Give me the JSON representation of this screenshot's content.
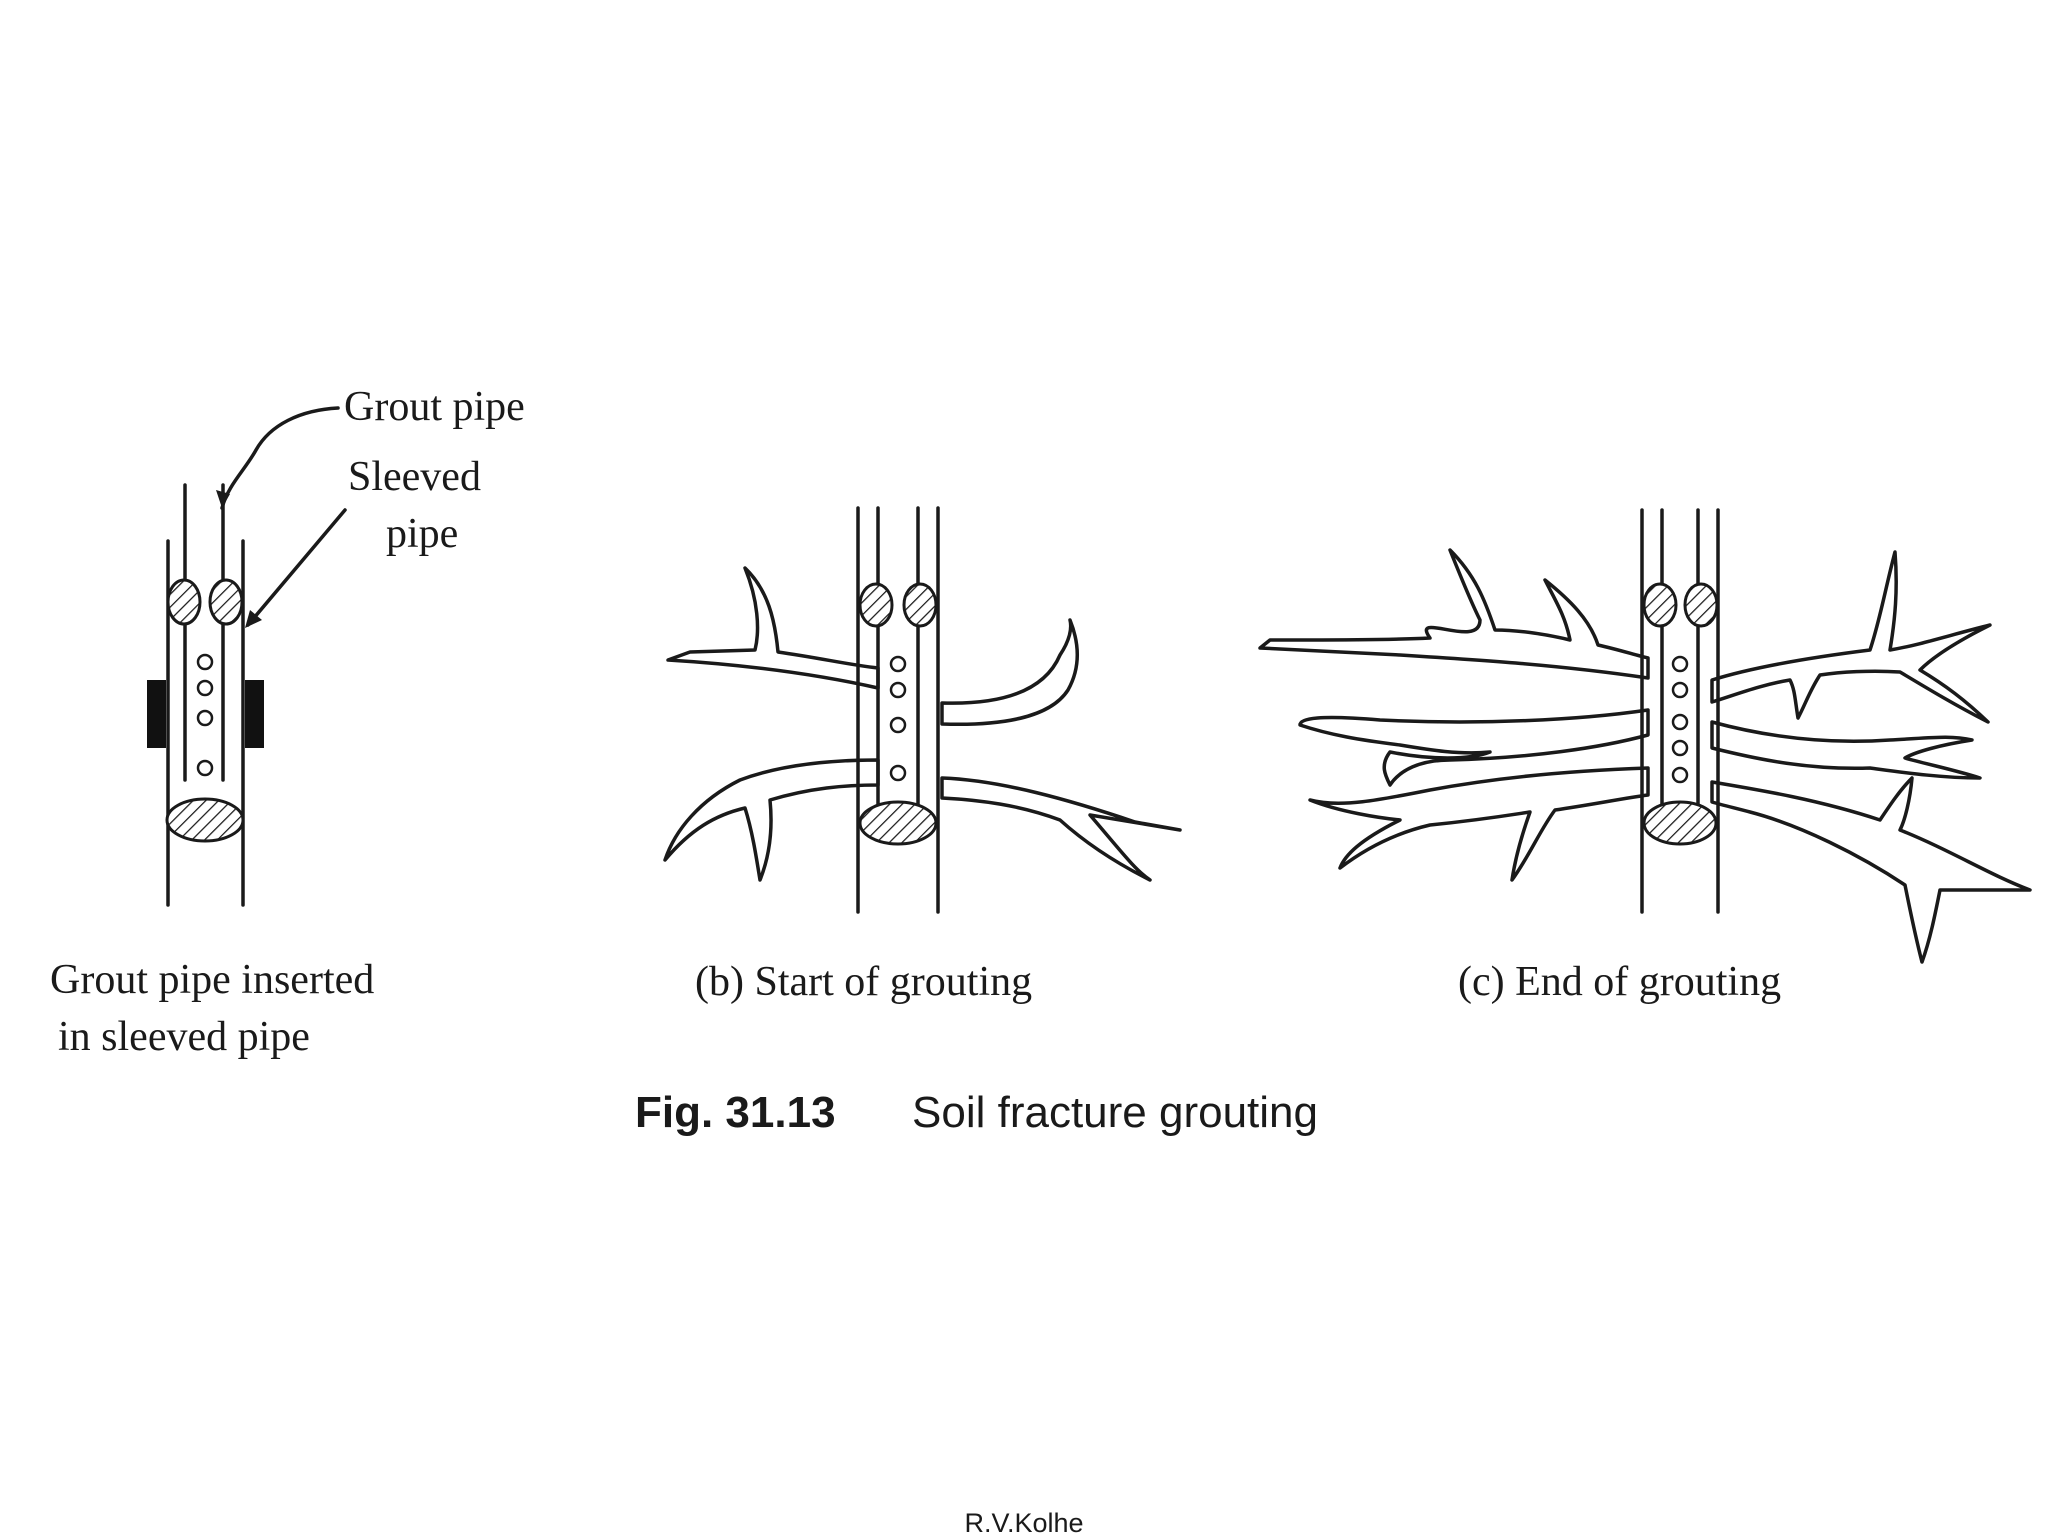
{
  "figure": {
    "caption_number": "Fig. 31.13",
    "caption_title": "Soil fracture grouting",
    "panel_a": {
      "label_grout_pipe": "Grout pipe",
      "label_sleeved_line1": "Sleeved",
      "label_sleeved_line2": "pipe",
      "caption_line1": "Grout pipe inserted",
      "caption_line2": "in sleeved pipe"
    },
    "panel_b": {
      "caption": "(b) Start of grouting"
    },
    "panel_c": {
      "caption": "(c) End of grouting"
    }
  },
  "footer": {
    "author": "R.V.Kolhe"
  }
}
